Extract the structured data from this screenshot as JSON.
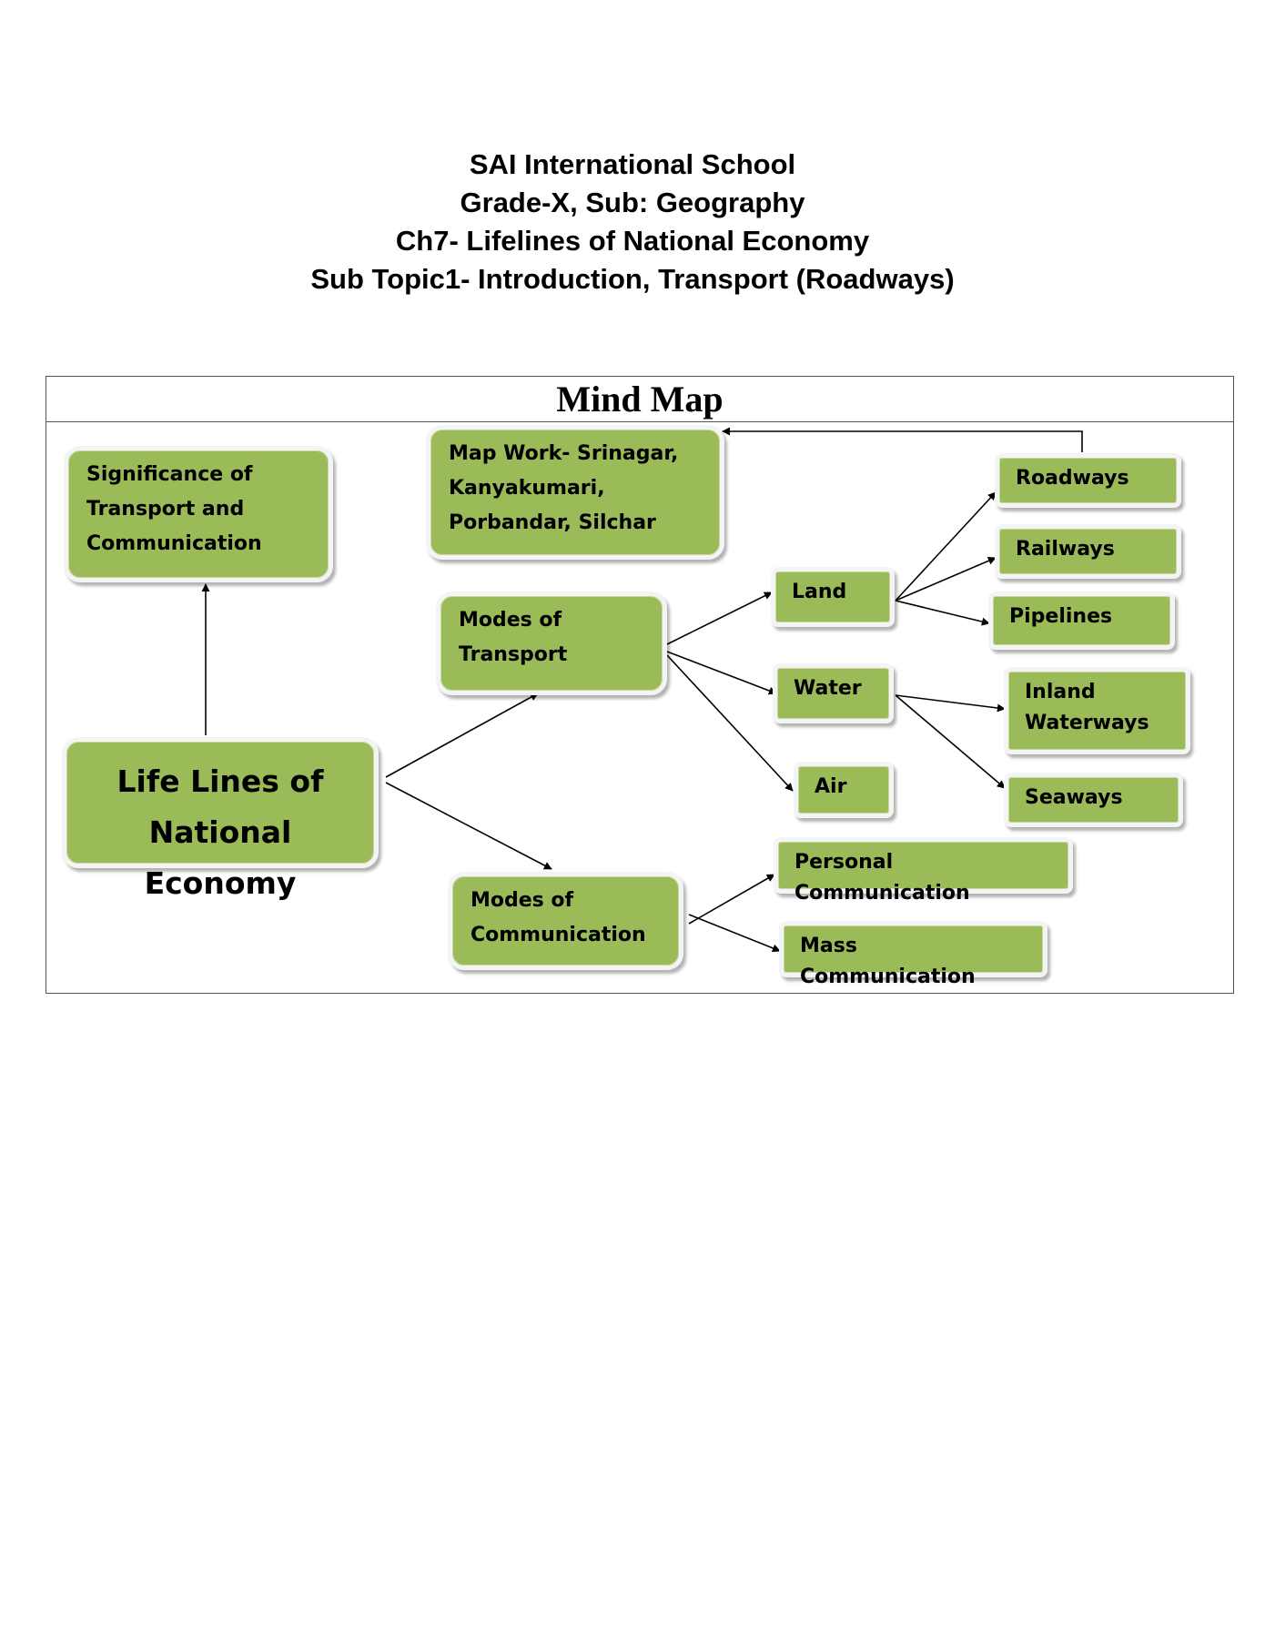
{
  "header": {
    "lines": [
      "SAI International School",
      "Grade-X, Sub: Geography",
      "Ch7- Lifelines of National Economy",
      "Sub Topic1- Introduction, Transport (Roadways)"
    ]
  },
  "mind_map": {
    "title": "Mind Map",
    "nodes": {
      "significance": "Significance of\nTransport and\nCommunication",
      "map_work": "Map Work- Srinagar,\nKanyakumari,\nPorbandar, Silchar",
      "life_lines": "Life Lines of\nNational Economy",
      "modes_transport": "Modes of\nTransport",
      "modes_communication": "Modes of\nCommunication",
      "land": "Land",
      "water": "Water",
      "air": "Air",
      "roadways": "Roadways",
      "railways": "Railways",
      "pipelines": "Pipelines",
      "inland_waterways": "Inland\nWaterways",
      "seaways": "Seaways",
      "personal_communication": "Personal Communication",
      "mass_communication": "Mass Communication"
    }
  }
}
